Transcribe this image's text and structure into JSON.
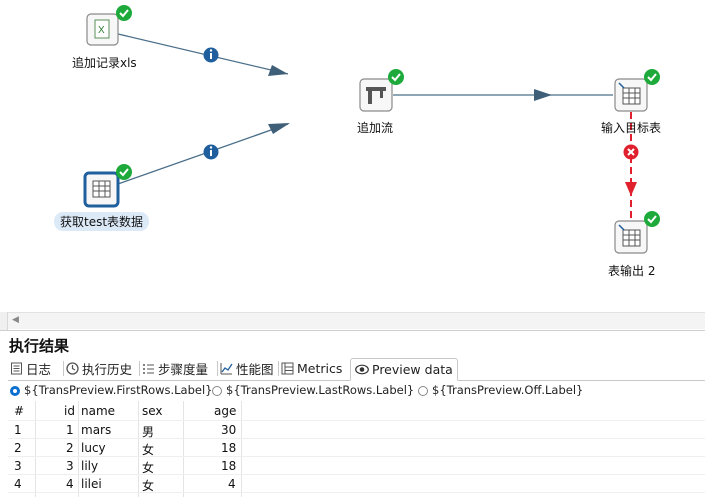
{
  "canvas": {
    "steps": [
      {
        "id": "xls",
        "label": "追加记录xls"
      },
      {
        "id": "test",
        "label": "获取test表数据"
      },
      {
        "id": "append",
        "label": "追加流"
      },
      {
        "id": "output",
        "label": "输入目标表"
      },
      {
        "id": "output2",
        "label": "表输出 2"
      }
    ],
    "hops": [
      {
        "from": "xls",
        "to": "append",
        "status": "info"
      },
      {
        "from": "test",
        "to": "append",
        "status": "info"
      },
      {
        "from": "append",
        "to": "output",
        "status": "normal"
      },
      {
        "from": "output",
        "to": "output2",
        "status": "error"
      }
    ],
    "colors": {
      "ok": "#1eaa3a",
      "info": "#1f5f9e",
      "error": "#e0202c",
      "hop": "#4a6f8a"
    }
  },
  "results": {
    "title": "执行结果",
    "tabs": [
      {
        "label": "日志",
        "icon": "log-icon"
      },
      {
        "label": "执行历史",
        "icon": "history-icon"
      },
      {
        "label": "步骤度量",
        "icon": "metrics-list-icon"
      },
      {
        "label": "性能图",
        "icon": "chart-icon"
      },
      {
        "label": "Metrics",
        "icon": "metrics-icon"
      },
      {
        "label": "Preview data",
        "icon": "eye-icon"
      }
    ],
    "radios": [
      {
        "label": "${TransPreview.FirstRows.Label}",
        "selected": true
      },
      {
        "label": "${TransPreview.LastRows.Label}",
        "selected": false
      },
      {
        "label": "${TransPreview.Off.Label}",
        "selected": false
      }
    ],
    "table": {
      "headers": [
        "#",
        "id",
        "name",
        "sex",
        "age"
      ],
      "rows": [
        [
          "1",
          "1",
          "mars",
          "男",
          "30"
        ],
        [
          "2",
          "2",
          "lucy",
          "女",
          "18"
        ],
        [
          "3",
          "3",
          "lily",
          "女",
          "18"
        ],
        [
          "4",
          "4",
          "lilei",
          "女",
          "4"
        ]
      ]
    }
  }
}
